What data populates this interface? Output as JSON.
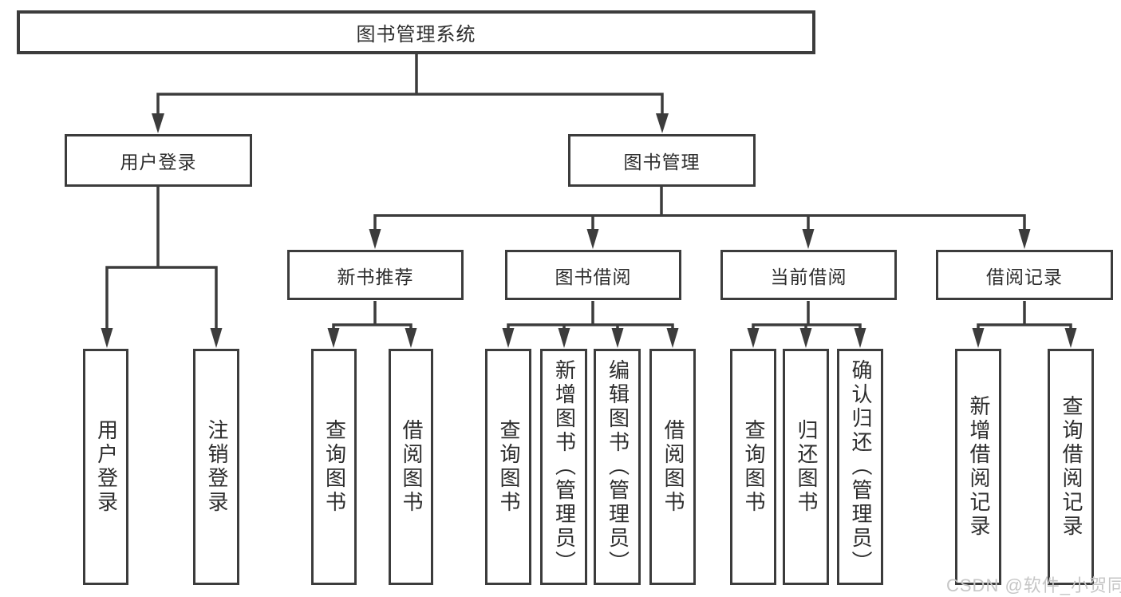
{
  "colors": {
    "line": "#3c3c3c",
    "text": "#2d2d2d",
    "background": "#ffffff",
    "watermark": "#c6c6c6"
  },
  "diagram": {
    "root": {
      "label": "图书管理系统"
    },
    "level2": [
      {
        "label": "用户登录"
      },
      {
        "label": "图书管理"
      }
    ],
    "level3": [
      {
        "label": "新书推荐",
        "parent": "图书管理"
      },
      {
        "label": "图书借阅",
        "parent": "图书管理"
      },
      {
        "label": "当前借阅",
        "parent": "图书管理"
      },
      {
        "label": "借阅记录",
        "parent": "图书管理"
      }
    ],
    "leaves": [
      {
        "label": "用户登录",
        "parent": "用户登录"
      },
      {
        "label": "注销登录",
        "parent": "用户登录"
      },
      {
        "label": "查询图书",
        "parent": "新书推荐"
      },
      {
        "label": "借阅图书",
        "parent": "新书推荐"
      },
      {
        "label": "查询图书",
        "parent": "图书借阅"
      },
      {
        "label": "新增图书（管理员）",
        "parent": "图书借阅"
      },
      {
        "label": "编辑图书（管理员）",
        "parent": "图书借阅"
      },
      {
        "label": "借阅图书",
        "parent": "图书借阅"
      },
      {
        "label": "查询图书",
        "parent": "当前借阅"
      },
      {
        "label": "归还图书",
        "parent": "当前借阅"
      },
      {
        "label": "确认归还（管理员）",
        "parent": "当前借阅"
      },
      {
        "label": "新增借阅记录",
        "parent": "借阅记录"
      },
      {
        "label": "查询借阅记录",
        "parent": "借阅记录"
      }
    ]
  },
  "watermark": {
    "text": "CSDN @软件_小贺同学"
  }
}
